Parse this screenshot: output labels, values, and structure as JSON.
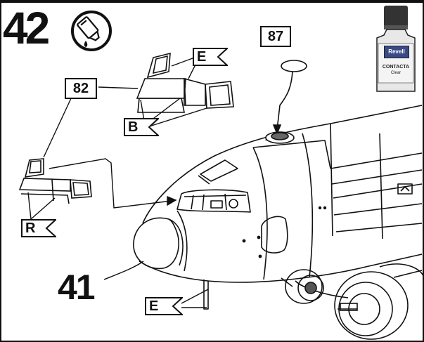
{
  "step": {
    "number": "42",
    "glue_icon": "glue-tube-icon"
  },
  "parts": {
    "part_87": "87",
    "part_82": "82"
  },
  "sprues": {
    "e_top": "E",
    "b": "B",
    "r": "R",
    "e_bottom": "E"
  },
  "assembly": {
    "label": "41"
  },
  "paint": {
    "brand": "Revell",
    "product": "CONTACTA",
    "variant": "Clear"
  },
  "colors": {
    "line": "#111111",
    "background": "#ffffff",
    "bottle_brand": "#3a4a88"
  }
}
